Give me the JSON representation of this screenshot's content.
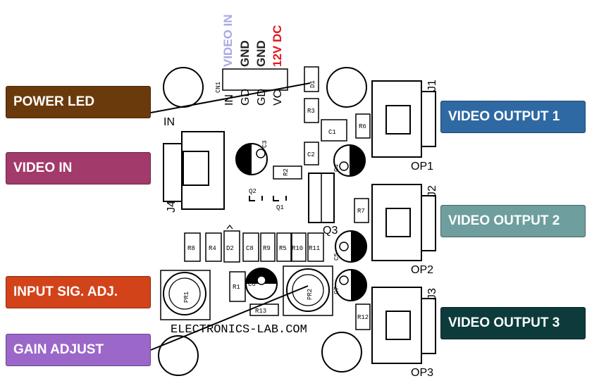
{
  "callouts": {
    "power_led": {
      "label": "POWER LED",
      "color": "#6b3a0c"
    },
    "video_in": {
      "label": "VIDEO IN",
      "color": "#a23a6b"
    },
    "input_sig_adj": {
      "label": "INPUT SIG. ADJ.",
      "color": "#d2431a"
    },
    "gain_adjust": {
      "label": "GAIN ADJUST",
      "color": "#9b67c9"
    },
    "video_output_1": {
      "label": "VIDEO OUTPUT 1",
      "color": "#2f69a3"
    },
    "video_output_2": {
      "label": "VIDEO OUTPUT 2",
      "color": "#6e9e9e"
    },
    "video_output_3": {
      "label": "VIDEO OUTPUT 3",
      "color": "#0d3b3b"
    }
  },
  "pin_header": {
    "labels": [
      {
        "text": "VIDEO IN",
        "color": "#a6a8e6"
      },
      {
        "text": "GND",
        "color": "#222222"
      },
      {
        "text": "GND",
        "color": "#222222"
      },
      {
        "text": "12V DC",
        "color": "#e3161d"
      }
    ],
    "silkscreen": [
      "IN",
      "GD",
      "GD",
      "VC"
    ],
    "cn_label": "CN1"
  },
  "silkscreen": {
    "in_label": "IN",
    "j4": "J4",
    "j1": "J1",
    "j2": "J2",
    "j3": "J3",
    "op1": "OP1",
    "op2": "OP2",
    "op3": "OP3",
    "q3": "Q3",
    "website": "ELECTRONICS-LAB.COM",
    "parts": {
      "d1": "D1",
      "r3": "R3",
      "c1": "C1",
      "c2": "C2",
      "r6": "R6",
      "r2": "R2",
      "c3": "C3",
      "c4": "C4",
      "q1": "Q1",
      "q2": "Q2",
      "r7": "R7",
      "r8": "R8",
      "r4": "R4",
      "d2": "D2",
      "c8": "C8",
      "r9": "R9",
      "r5": "R5",
      "r10": "R10",
      "r11": "R11",
      "c5": "C5",
      "c6": "C6",
      "c7": "C7",
      "r1": "R1",
      "r13": "R13",
      "r12": "R12",
      "pr1": "PR1",
      "pr2": "PR2"
    }
  }
}
